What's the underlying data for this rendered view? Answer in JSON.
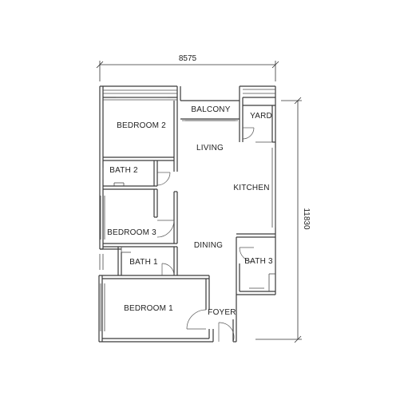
{
  "dimensions": {
    "width": "8575",
    "height": "11830"
  },
  "rooms": {
    "balcony": "BALCONY",
    "yard": "YARD",
    "bedroom_2": "BEDROOM 2",
    "living": "LIVING",
    "bath_2": "BATH 2",
    "kitchen": "KITCHEN",
    "bedroom_3": "BEDROOM 3",
    "dining": "DINING",
    "bath_1": "BATH 1",
    "bath_3": "BATH 3",
    "bedroom_1": "BEDROOM 1",
    "foyer": "FOYER"
  }
}
